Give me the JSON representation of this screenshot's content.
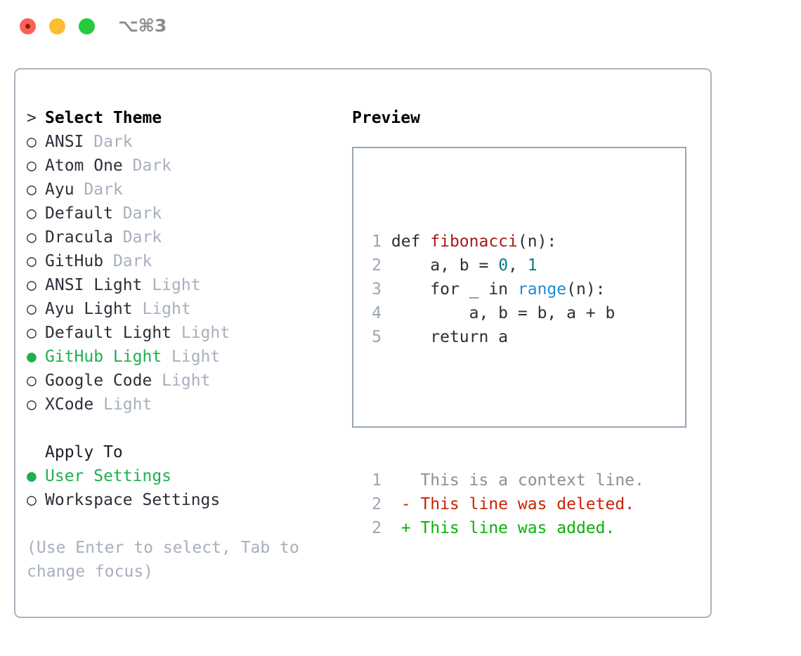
{
  "titlebar": {
    "shortcut": "⌥⌘3",
    "buttons": [
      {
        "name": "close",
        "color": "#fa6258"
      },
      {
        "name": "minimize",
        "color": "#fdbd2e"
      },
      {
        "name": "zoom",
        "color": "#27c93f"
      }
    ]
  },
  "theme_panel": {
    "heading_marker": ">",
    "heading": "Select Theme",
    "unselected_marker": "○",
    "selected_marker": "●",
    "items": [
      {
        "name": "ANSI",
        "tag": "Dark",
        "selected": false
      },
      {
        "name": "Atom One",
        "tag": "Dark",
        "selected": false
      },
      {
        "name": "Ayu",
        "tag": "Dark",
        "selected": false
      },
      {
        "name": "Default",
        "tag": "Dark",
        "selected": false
      },
      {
        "name": "Dracula",
        "tag": "Dark",
        "selected": false
      },
      {
        "name": "GitHub",
        "tag": "Dark",
        "selected": false
      },
      {
        "name": "ANSI Light",
        "tag": "Light",
        "selected": false
      },
      {
        "name": "Ayu Light",
        "tag": "Light",
        "selected": false
      },
      {
        "name": "Default Light",
        "tag": "Light",
        "selected": false
      },
      {
        "name": "GitHub Light",
        "tag": "Light",
        "selected": true
      },
      {
        "name": "Google Code",
        "tag": "Light",
        "selected": false
      },
      {
        "name": "XCode",
        "tag": "Light",
        "selected": false
      }
    ]
  },
  "apply_to": {
    "heading": "Apply To",
    "items": [
      {
        "label": "User Settings",
        "selected": true
      },
      {
        "label": "Workspace Settings",
        "selected": false
      }
    ]
  },
  "hint": "(Use Enter to select, Tab to change focus)",
  "preview": {
    "title": "Preview",
    "code_lines": [
      {
        "num": "1",
        "parts": [
          {
            "t": "def ",
            "c": "code-text"
          },
          {
            "t": "fibonacci",
            "c": "fn"
          },
          {
            "t": "(n):",
            "c": "code-text"
          }
        ]
      },
      {
        "num": "2",
        "parts": [
          {
            "t": "    a, b = ",
            "c": "code-text"
          },
          {
            "t": "0",
            "c": "num"
          },
          {
            "t": ", ",
            "c": "code-text"
          },
          {
            "t": "1",
            "c": "num"
          }
        ]
      },
      {
        "num": "3",
        "parts": [
          {
            "t": "    for _ in ",
            "c": "code-text"
          },
          {
            "t": "range",
            "c": "bi"
          },
          {
            "t": "(n):",
            "c": "code-text"
          }
        ]
      },
      {
        "num": "4",
        "parts": [
          {
            "t": "        a, b = b, a + b",
            "c": "code-text"
          }
        ]
      },
      {
        "num": "5",
        "parts": [
          {
            "t": "    return a",
            "c": "code-text"
          }
        ]
      }
    ],
    "diff_lines": [
      {
        "num": "1",
        "sign": " ",
        "text": "This is a context line.",
        "kind": "diff-ctx"
      },
      {
        "num": "2",
        "sign": "-",
        "text": "This line was deleted.",
        "kind": "diff-del"
      },
      {
        "num": "2",
        "sign": "+",
        "text": "This line was added.",
        "kind": "diff-add"
      }
    ]
  },
  "colors": {
    "accent_green": "#1eb04e",
    "diff_add": "#07b307",
    "diff_del": "#cc2200",
    "border": "#aab4c2",
    "muted": "#a7b0bd",
    "keyword_fn": "#a81919",
    "number": "#0e7a7a",
    "builtin": "#1a8fd1"
  }
}
